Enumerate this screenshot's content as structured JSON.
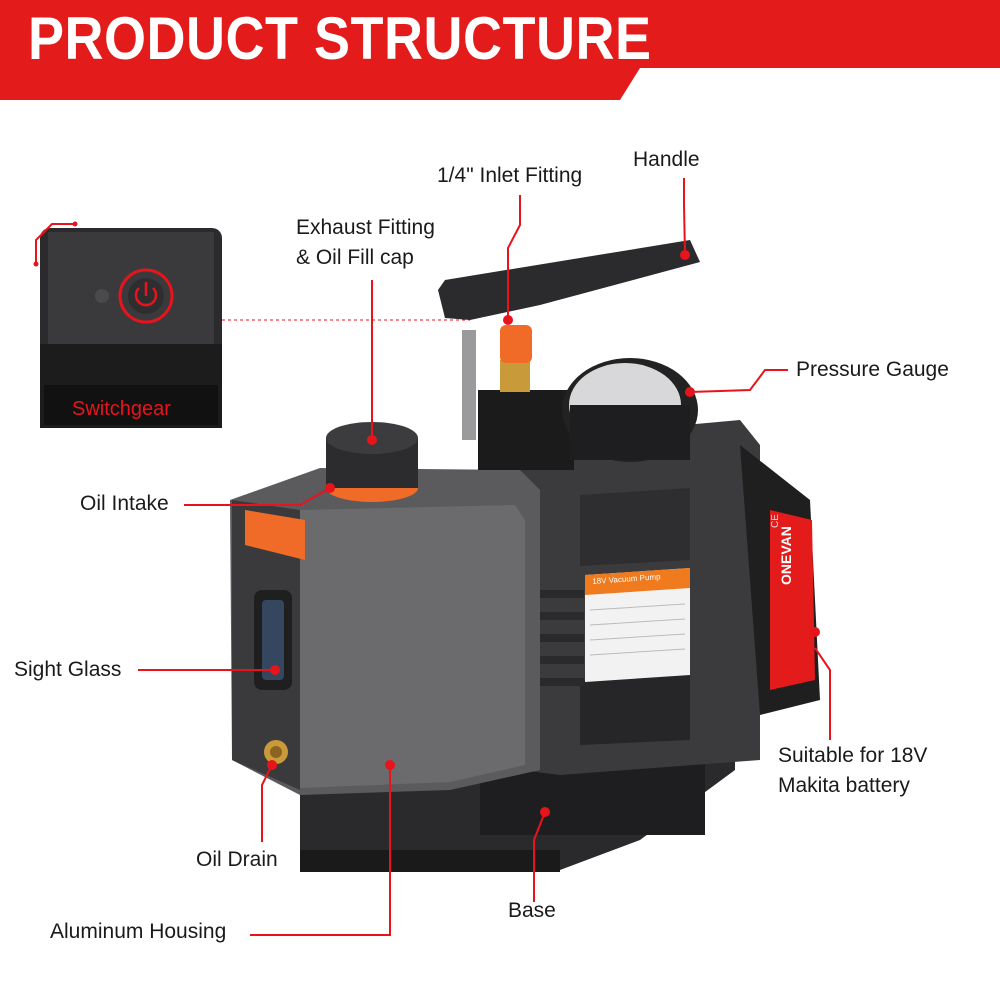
{
  "header": {
    "title": "PRODUCT STRUCTURE"
  },
  "inset": {
    "caption": "Switchgear"
  },
  "callouts": {
    "handle": "Handle",
    "inlet": "1/4\" Inlet Fitting",
    "exhaust_line1": "Exhaust Fitting",
    "exhaust_line2": "& Oil Fill cap",
    "pressure_gauge": "Pressure Gauge",
    "oil_intake": "Oil Intake",
    "sight_glass": "Sight Glass",
    "battery_line1": "Suitable for 18V",
    "battery_line2": "Makita battery",
    "oil_drain": "Oil Drain",
    "base": "Base",
    "housing": "Aluminum Housing"
  },
  "product": {
    "brand_text": "ONEVAN",
    "ce_mark": "CE",
    "spec_label_title": "18V Vacuum Pump"
  },
  "colors": {
    "accent": "#e8141c",
    "housing": "#5a5a5c",
    "orange": "#f06a28"
  }
}
